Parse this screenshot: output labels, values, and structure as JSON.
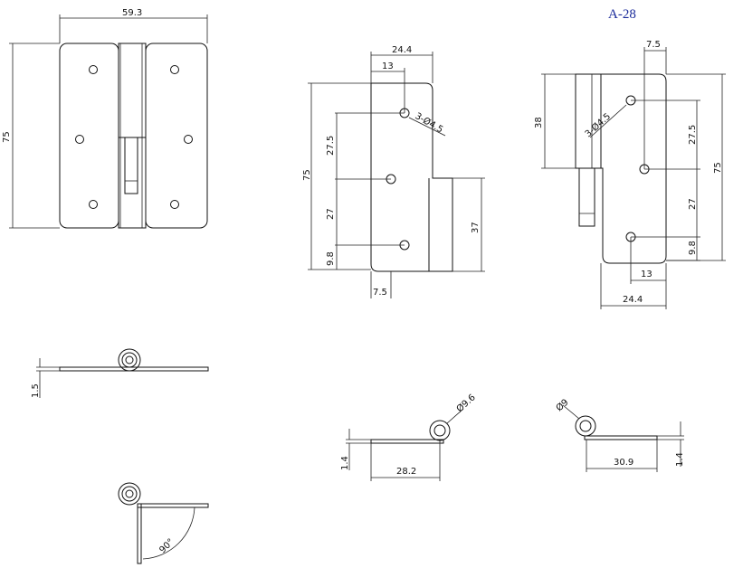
{
  "drawing_code": "A-28",
  "front_view": {
    "overall_width": "59.3",
    "overall_height": "75"
  },
  "left_leaf": {
    "width": "24.4",
    "pin_offset": "13",
    "hole_label": "3-Ø4.5",
    "hole_spacing_upper": "27.5",
    "hole_spacing_lower": "27",
    "total_height": "75",
    "bottom_offset": "9.8",
    "knuckle_offset": "7.5",
    "knuckle_length": "37"
  },
  "right_leaf": {
    "knuckle_offset": "7.5",
    "knuckle_length": "38",
    "hole_label": "3-Ø4.5",
    "hole_spacing_upper": "27.5",
    "hole_spacing_lower": "27",
    "total_height": "75",
    "bottom_offset": "9.8",
    "pin_offset": "13",
    "width": "24.4"
  },
  "side_view_flat": {
    "thickness": "1.5"
  },
  "side_view_folded": {
    "angle": "90°"
  },
  "section_left": {
    "thickness": "1.4",
    "length": "28.2",
    "diameter": "Ø9.6"
  },
  "section_right": {
    "diameter": "Ø9",
    "length": "30.9",
    "thickness": "1.4"
  }
}
